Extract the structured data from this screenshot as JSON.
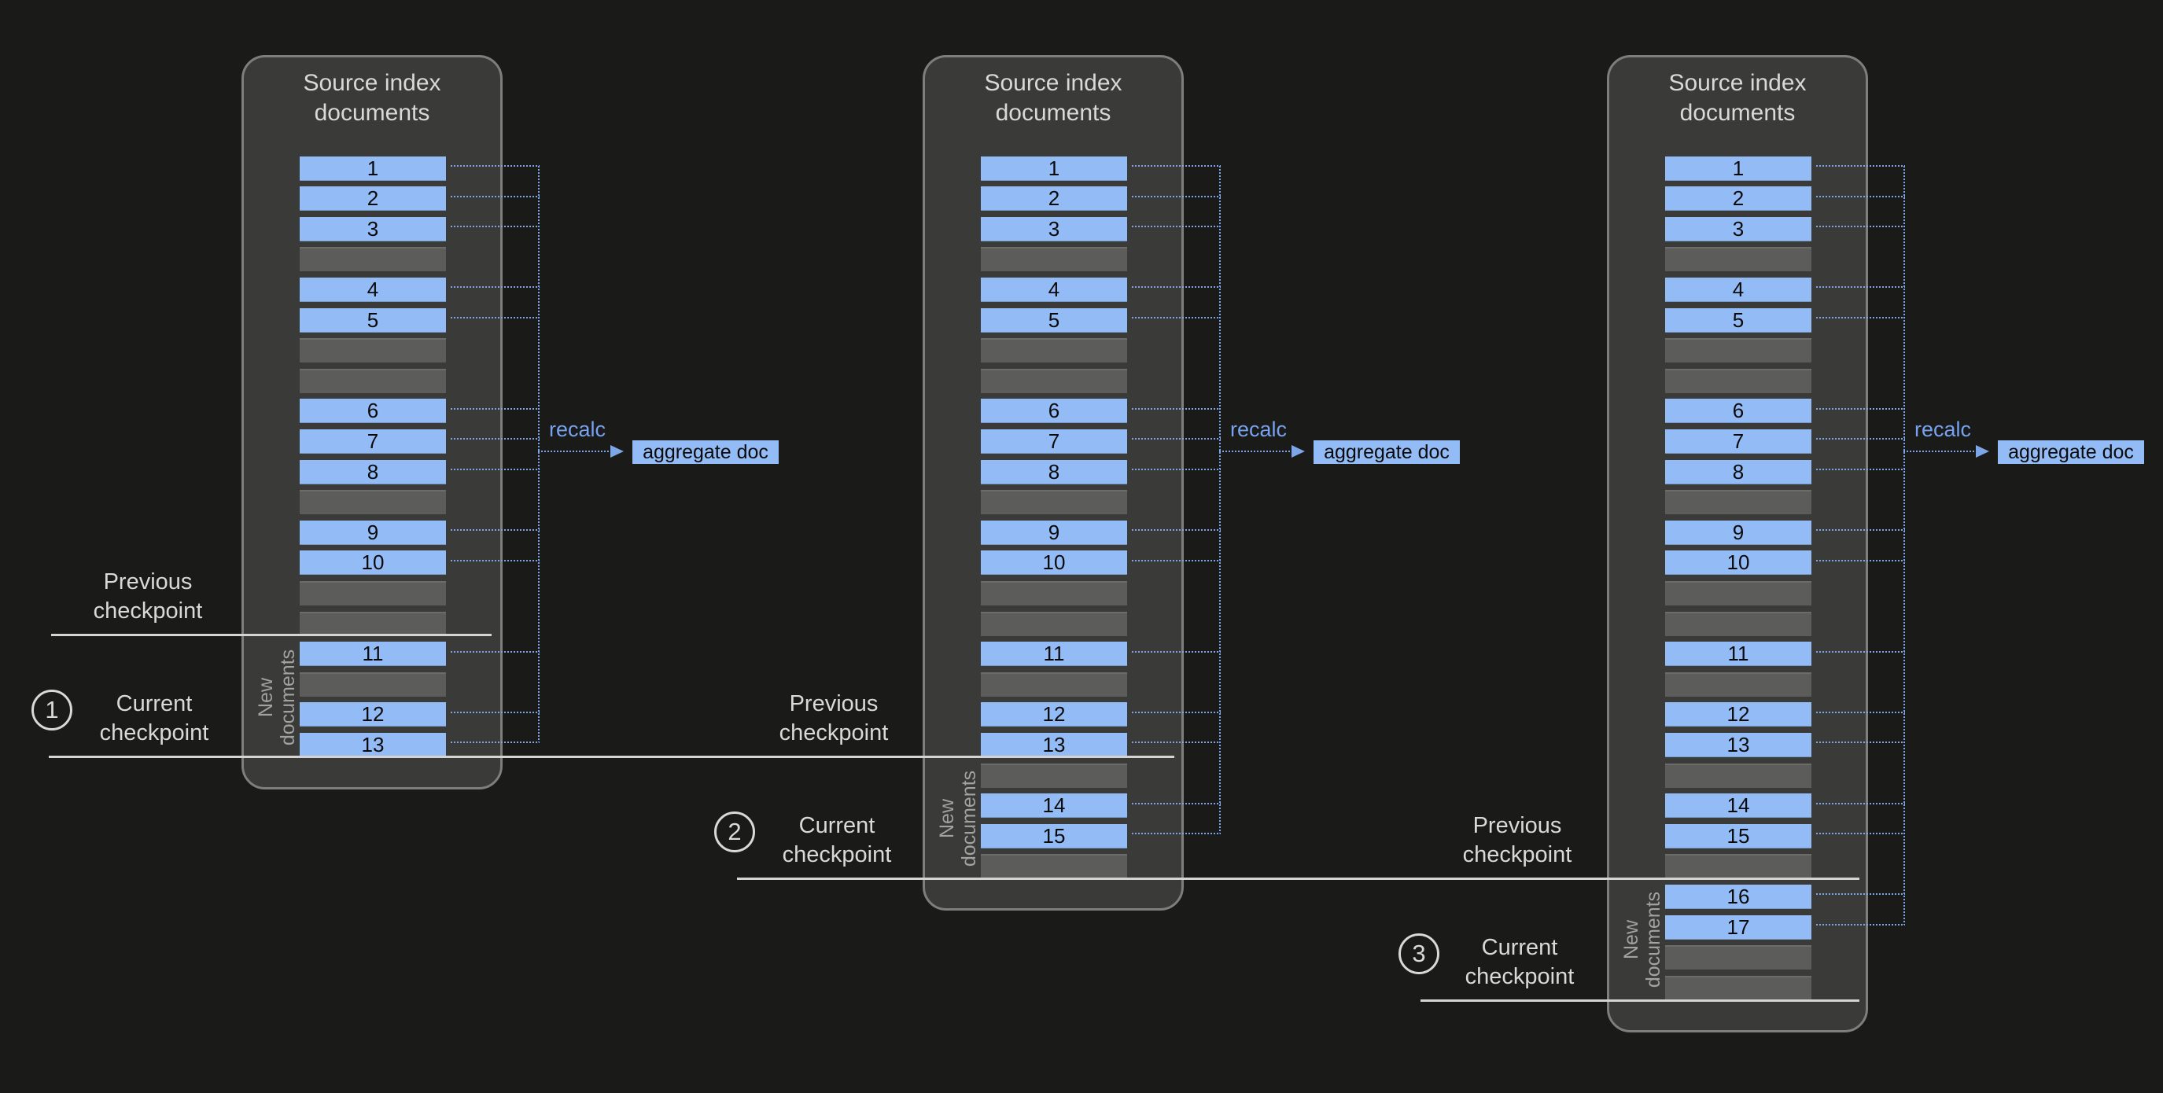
{
  "colors": {
    "page_bg": "#1a1a18",
    "panel_bg": "#3a3a38",
    "panel_border": "#7e7e7c",
    "doc_bar": "#93bbf5",
    "gap_bar": "#5c5c5a",
    "bar_text": "#0a0a0a",
    "text_light": "#d9d9d7",
    "text_muted": "#a2a2a0",
    "connector": "#7da6e9",
    "recalc_text": "#76a2ef",
    "checkpoint_line": "#d4d4d2"
  },
  "panel_title": "Source index\ndocuments",
  "connector_labels": {
    "recalc": "recalc",
    "aggregate": "aggregate doc"
  },
  "checkpoint_labels": {
    "previous": "Previous\ncheckpoint",
    "current": "Current\ncheckpoint",
    "new_documents": "New\ndocuments",
    "badges": [
      "1",
      "2",
      "3"
    ]
  },
  "panels": [
    {
      "name": "checkpoint-1",
      "slots": [
        "1",
        "2",
        "3",
        "",
        "4",
        "5",
        "",
        "",
        "6",
        "7",
        "8",
        "",
        "9",
        "10",
        "",
        "",
        "11",
        "",
        "12",
        "13"
      ],
      "new_docs_start": 16
    },
    {
      "name": "checkpoint-2",
      "slots": [
        "1",
        "2",
        "3",
        "",
        "4",
        "5",
        "",
        "",
        "6",
        "7",
        "8",
        "",
        "9",
        "10",
        "",
        "",
        "11",
        "",
        "12",
        "13",
        "",
        "14",
        "15",
        ""
      ],
      "new_docs_start": 20
    },
    {
      "name": "checkpoint-3",
      "slots": [
        "1",
        "2",
        "3",
        "",
        "4",
        "5",
        "",
        "",
        "6",
        "7",
        "8",
        "",
        "9",
        "10",
        "",
        "",
        "11",
        "",
        "12",
        "13",
        "",
        "14",
        "15",
        "",
        "16",
        "17",
        "",
        ""
      ],
      "new_docs_start": 24
    }
  ]
}
